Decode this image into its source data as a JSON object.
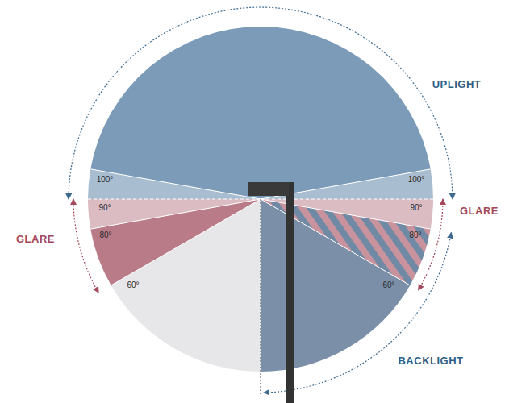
{
  "diagram": {
    "labels": [
      "UPLIGHT",
      "100°",
      "90°",
      "80°",
      "60°",
      "100°",
      "90°",
      "80°",
      "60°",
      "GLARE",
      "GLARE",
      "BACKLIGHT"
    ]
  }
}
